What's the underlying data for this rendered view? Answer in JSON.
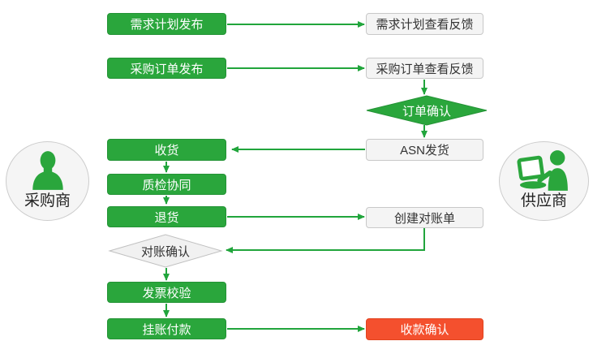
{
  "colors": {
    "node_green": "#2aa63c",
    "arrow_green": "#21a53c",
    "confirm_red": "#f4502e",
    "panel_gray": "#f4f4f4",
    "border_gray": "#c8c8c8",
    "text_dark": "#333333",
    "text_white": "#ffffff"
  },
  "actors": {
    "buyer": {
      "label": "采购商",
      "icon": "person-silhouette-icon"
    },
    "supplier": {
      "label": "供应商",
      "icon": "person-with-laptop-icon"
    }
  },
  "nodes": {
    "demand_plan_publish": {
      "label": "需求计划发布"
    },
    "demand_plan_feedback": {
      "label": "需求计划查看反馈"
    },
    "po_publish": {
      "label": "采购订单发布"
    },
    "po_feedback": {
      "label": "采购订单查看反馈"
    },
    "order_confirm": {
      "label": "订单确认"
    },
    "receive_goods": {
      "label": "收货"
    },
    "asn_ship": {
      "label": "ASN发货"
    },
    "quality_check": {
      "label": "质检协同"
    },
    "return_goods": {
      "label": "退货"
    },
    "create_statement": {
      "label": "创建对账单"
    },
    "reconcile_confirm": {
      "label": "对账确认"
    },
    "invoice_verify": {
      "label": "发票校验"
    },
    "pending_payment": {
      "label": "挂账付款"
    },
    "payment_confirm": {
      "label": "收款确认"
    }
  }
}
